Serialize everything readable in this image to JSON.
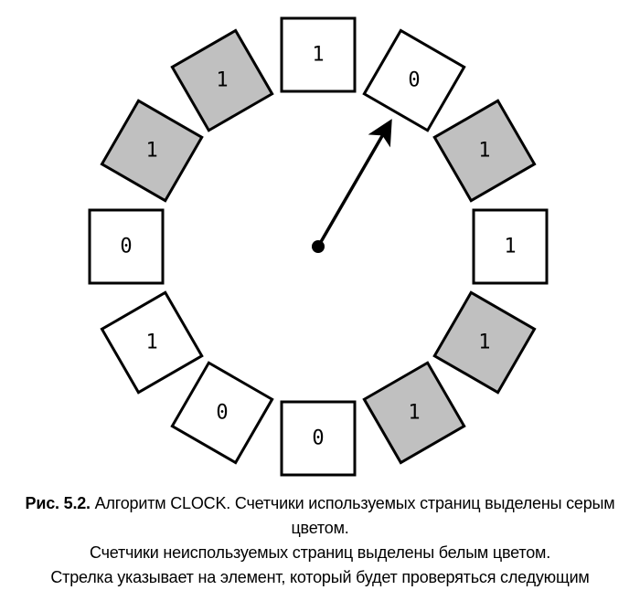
{
  "diagram": {
    "colors": {
      "used": "#c0c0c0",
      "unused": "#ffffff",
      "stroke": "#000000"
    },
    "cells": [
      {
        "value": "1",
        "state": "unused"
      },
      {
        "value": "0",
        "state": "unused"
      },
      {
        "value": "1",
        "state": "used"
      },
      {
        "value": "1",
        "state": "unused"
      },
      {
        "value": "1",
        "state": "used"
      },
      {
        "value": "1",
        "state": "used"
      },
      {
        "value": "0",
        "state": "unused"
      },
      {
        "value": "0",
        "state": "unused"
      },
      {
        "value": "1",
        "state": "unused"
      },
      {
        "value": "0",
        "state": "unused"
      },
      {
        "value": "1",
        "state": "used"
      },
      {
        "value": "1",
        "state": "used"
      }
    ],
    "pointer_target_index": 1
  },
  "caption": {
    "label": "Рис. 5.2.",
    "line1": "Алгоритм CLOCK. Счетчики используемых страниц выделены серым цветом.",
    "line2": "Счетчики неиспользуемых страниц выделены белым цветом.",
    "line3": "Стрелка указывает на элемент, который будет проверяться следующим"
  }
}
